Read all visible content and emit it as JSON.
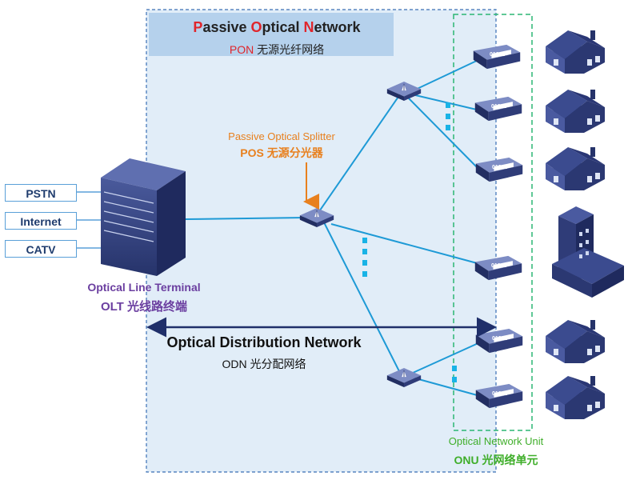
{
  "pon": {
    "title_p": "P",
    "title_assive": "assive ",
    "title_o": "O",
    "title_ptical": "ptical ",
    "title_n": "N",
    "title_etwork": "etwork",
    "abbr": "PON",
    "zh": "无源光纤网络"
  },
  "splitter": {
    "label_en": "Passive Optical Splitter",
    "label_zh": "POS 无源分光器"
  },
  "olt": {
    "label_en": "Optical Line Terminal",
    "label_zh": "OLT 光线路终端"
  },
  "odn": {
    "label_en": "Optical Distribution Network",
    "label_zh": "ODN 光分配网络"
  },
  "onu": {
    "label_en": "Optical Network Unit",
    "label_zh": "ONU 光网络单元",
    "device_text": "ONU",
    "device_bits": "01011"
  },
  "services": [
    "PSTN",
    "Internet",
    "CATV"
  ],
  "colors": {
    "fiber": "#1e9ad6",
    "pon_area": "#e1edf8",
    "pon_border": "#3a6fb5",
    "title_box": "#b5d1ec",
    "onu_border": "#2bb673",
    "device": "#2e3d7a",
    "orange": "#e8801e",
    "purple": "#6b3fa0",
    "green": "#3fae2a",
    "red": "#e0252b"
  }
}
